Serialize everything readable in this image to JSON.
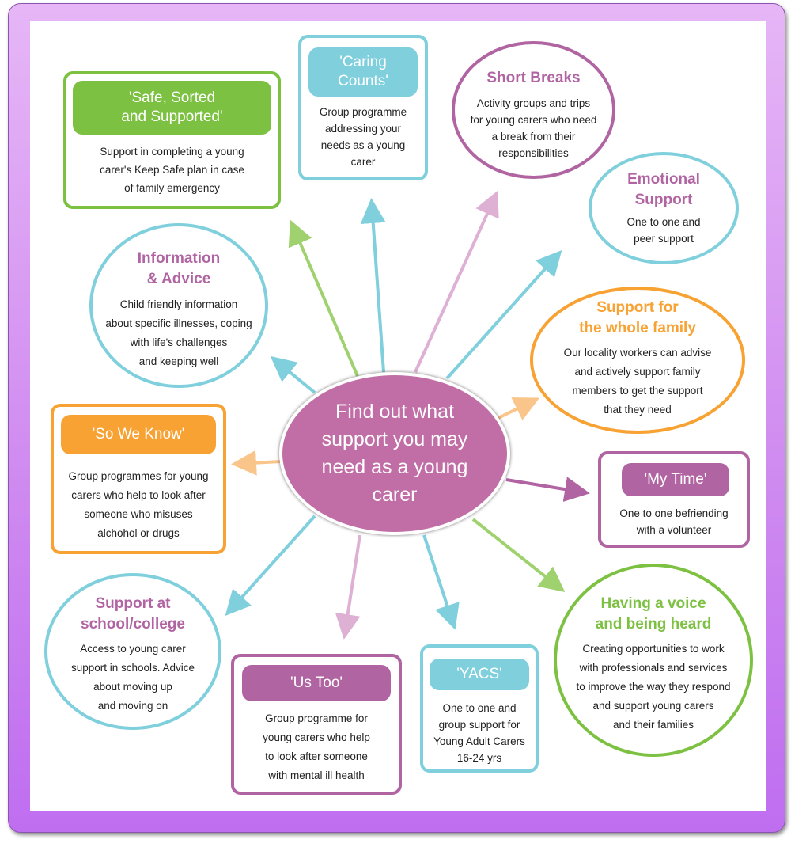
{
  "colors": {
    "green": "#7dc142",
    "teal": "#7fcfdd",
    "purple": "#b164a2",
    "orange": "#f7a233",
    "center": "#c16ea7"
  },
  "center_text": "Find out what\nsupport you may\nneed as a young\ncarer",
  "safe_sorted": {
    "title": "'Safe, Sorted\nand Supported'",
    "body": "Support in completing a young\ncarer's Keep Safe plan in case\nof family emergency"
  },
  "caring_counts": {
    "title": "'Caring\nCounts'",
    "body": "Group programme\naddressing your\nneeds as a young\ncarer"
  },
  "short_breaks": {
    "title": "Short Breaks",
    "body": "Activity groups and trips\nfor young carers who need\na break from their\nresponsibilities"
  },
  "emotional_support": {
    "title": "Emotional\nSupport",
    "body": "One to one and\npeer support"
  },
  "information_advice": {
    "title": "Information\n& Advice",
    "body": "Child friendly information\nabout specific illnesses, coping\nwith life's challenges\nand keeping well"
  },
  "whole_family": {
    "title": "Support for\nthe whole family",
    "body": "Our locality workers can advise\nand actively support family\nmembers to get the support\nthat they need"
  },
  "so_we_know": {
    "title": "'So We Know'",
    "body": "Group programmes for young\ncarers who help to look after\nsomeone who misuses\nalchohol or drugs"
  },
  "my_time": {
    "title": "'My Time'",
    "body": "One to one  befriending\nwith a volunteer"
  },
  "school_college": {
    "title": "Support at\nschool/college",
    "body": "Access to young carer\nsupport in schools.  Advice\nabout moving up\nand moving on"
  },
  "us_too": {
    "title": "'Us Too'",
    "body": "Group programme  for\nyoung carers who help\nto look after someone\nwith mental ill health"
  },
  "yacs": {
    "title": "'YACS'",
    "body": "One to one and\ngroup support for\nYoung Adult Carers\n16-24 yrs"
  },
  "voice_heard": {
    "title": "Having a voice\nand being heard",
    "body": "Creating opportunities to work\nwith professionals and services\nto improve the way they respond\nand support young carers\nand their families"
  }
}
